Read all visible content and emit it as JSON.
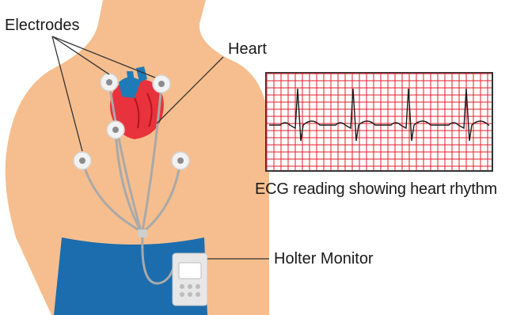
{
  "labels": {
    "electrodes": "Electrodes",
    "heart": "Heart",
    "ecg_caption": "ECG reading showing heart rhythm",
    "holter_monitor": "Holter Monitor"
  },
  "colors": {
    "skin": "#F6BE8E",
    "pants": "#1B6DAE",
    "ecg_grid": "#E41E2B",
    "heart_red": "#E8333C",
    "aorta_blue": "#1E7BB8",
    "wire_gray": "#A9A9A9",
    "monitor": "#E7E7E7"
  },
  "icons": {
    "electrode": "electrode-pad-icon",
    "heart": "anatomical-heart-icon",
    "monitor": "holter-monitor-icon"
  }
}
